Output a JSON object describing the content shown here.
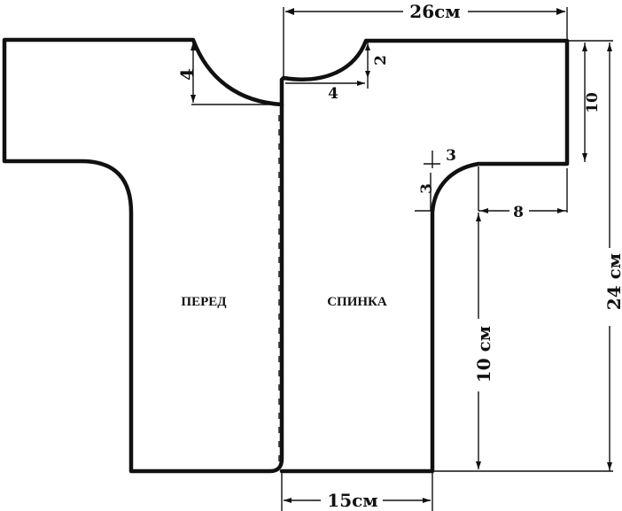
{
  "pieces": {
    "front_label": "ПЕРЕД",
    "back_label": "СПИНКА"
  },
  "dimensions": {
    "top_width": "26см",
    "bottom_width": "15см",
    "total_height": "24 см",
    "side_height": "10 см",
    "front_neck_depth": "4",
    "back_neck_depth": "2",
    "back_neck_width": "4",
    "sleeve_height": "10",
    "underarm_width": "8",
    "underarm_curve_w": "3",
    "underarm_curve_h": "3"
  },
  "colors": {
    "ink": "#111111",
    "paper": "#ffffff"
  }
}
